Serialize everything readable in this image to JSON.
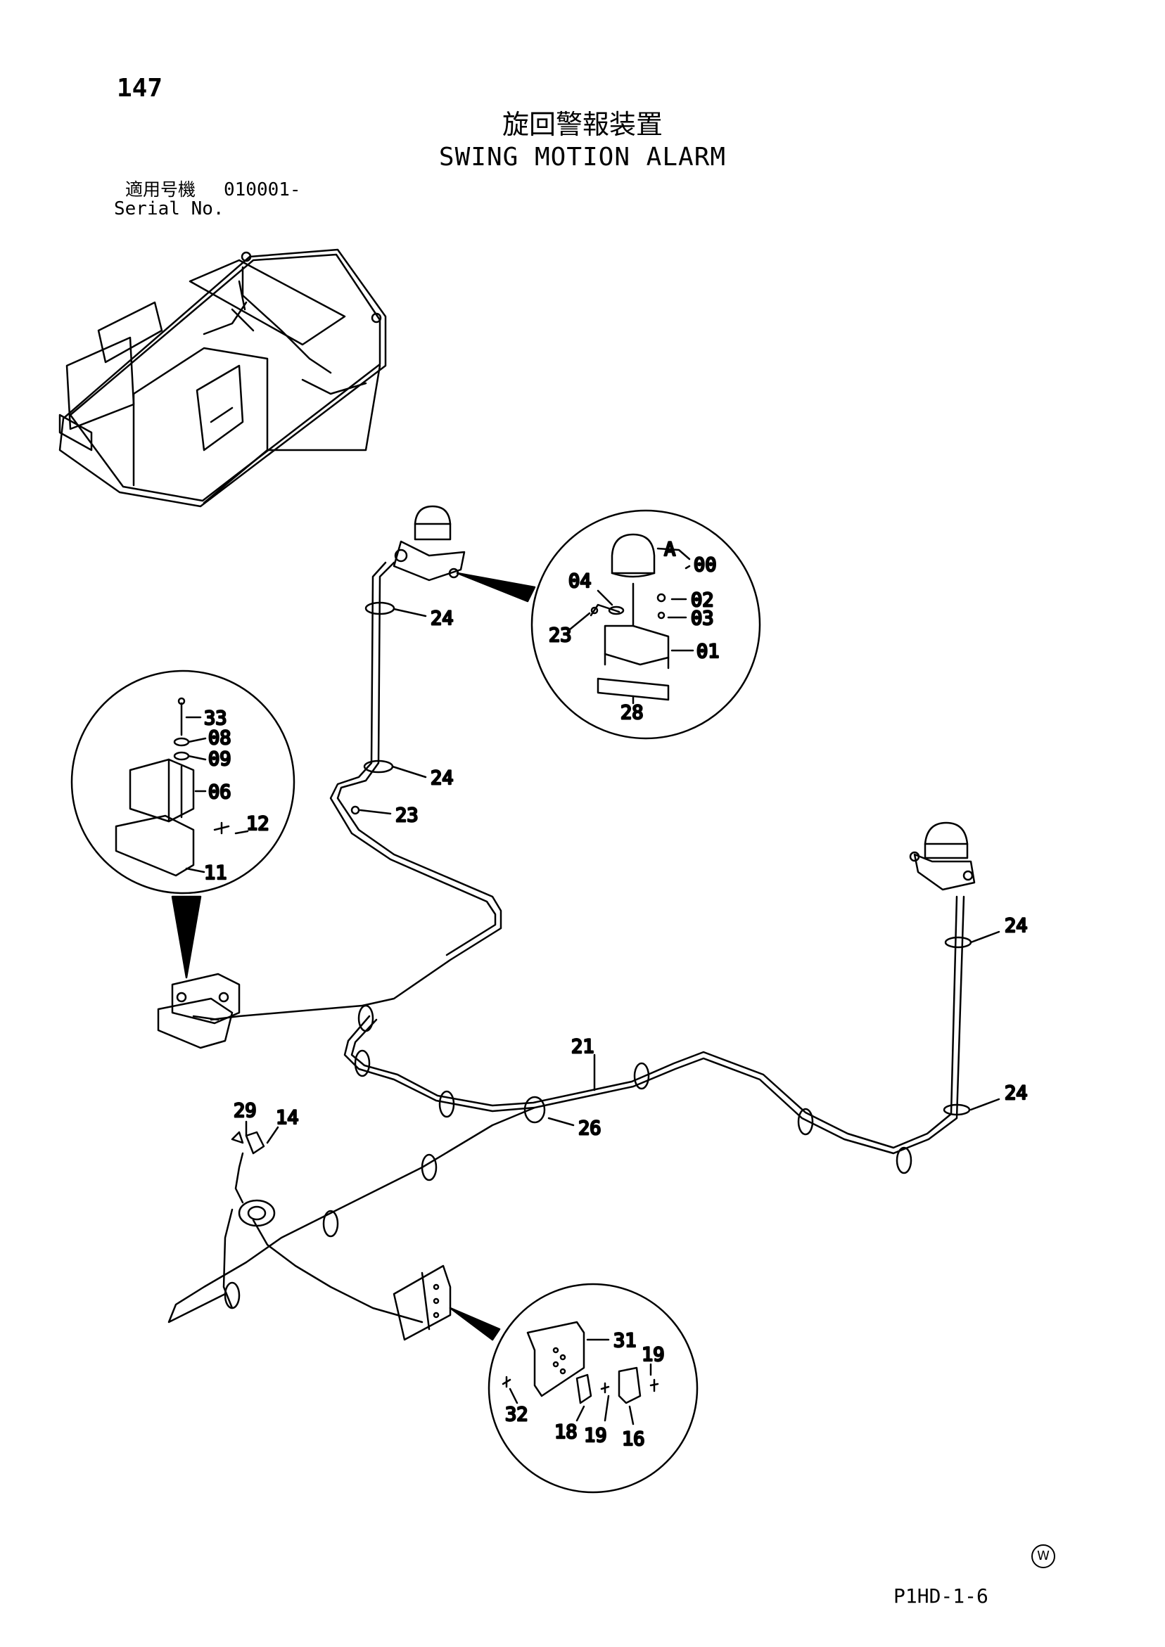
{
  "header": {
    "page_number": "147",
    "title_ja": "旋回警報装置",
    "title_en": "SWING MOTION ALARM",
    "serial_label_ja": "適用号機",
    "serial_value": "010001-",
    "serial_label_en": "Serial No."
  },
  "callouts": {
    "c24a": "24",
    "c24b": "24",
    "c24c": "24",
    "c24d": "24",
    "c23": "23",
    "c21": "21",
    "c26": "26",
    "c29": "29",
    "c14": "14"
  },
  "detail_lamp": {
    "a": "A",
    "00": "00",
    "04": "04",
    "02": "02",
    "03": "03",
    "23": "23",
    "01": "01",
    "28": "28"
  },
  "detail_box": {
    "33": "33",
    "08": "08",
    "09": "09",
    "06": "06",
    "12": "12",
    "11": "11"
  },
  "detail_switch": {
    "31": "31",
    "19a": "19",
    "32": "32",
    "18": "18",
    "19b": "19",
    "16": "16"
  },
  "footer": {
    "watermark": "W",
    "doc_code": "P1HD-1-6"
  }
}
